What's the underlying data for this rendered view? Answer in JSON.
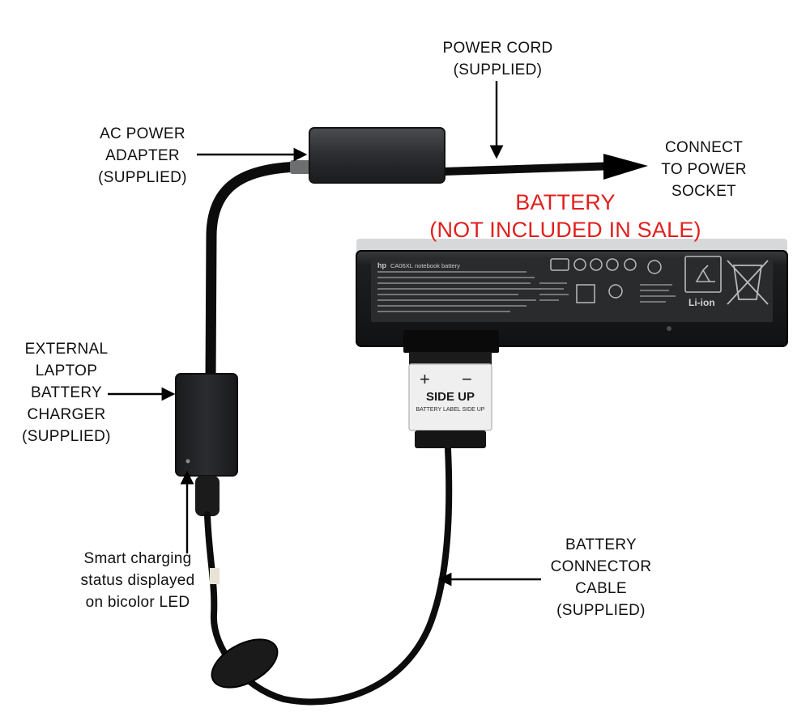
{
  "labels": {
    "power_cord": [
      "POWER CORD",
      "(SUPPLIED)"
    ],
    "ac_adapter": [
      "AC POWER",
      "ADAPTER",
      "(SUPPLIED)"
    ],
    "connect_socket": [
      "CONNECT",
      "TO POWER",
      "SOCKET"
    ],
    "battery_note": [
      "BATTERY",
      "(NOT INCLUDED IN SALE)"
    ],
    "external_charger": [
      "EXTERNAL",
      "LAPTOP",
      "BATTERY",
      "CHARGER",
      "(SUPPLIED)"
    ],
    "smart_led": [
      "Smart charging",
      "status displayed",
      "on bicolor LED"
    ],
    "connector_cable": [
      "BATTERY",
      "CONNECTOR",
      "CABLE",
      "(SUPPLIED)"
    ]
  },
  "connector": {
    "plus": "+",
    "minus": "−",
    "side_up": "SIDE UP",
    "sub": "BATTERY LABEL SIDE UP"
  },
  "battery_label": {
    "brand": "hp",
    "part": "CA06XL",
    "product": "notebook battery",
    "chem": "Li-ion"
  },
  "colors": {
    "red": "#e0201e",
    "device": "#1f2022",
    "cable": "#0c0c0c"
  }
}
